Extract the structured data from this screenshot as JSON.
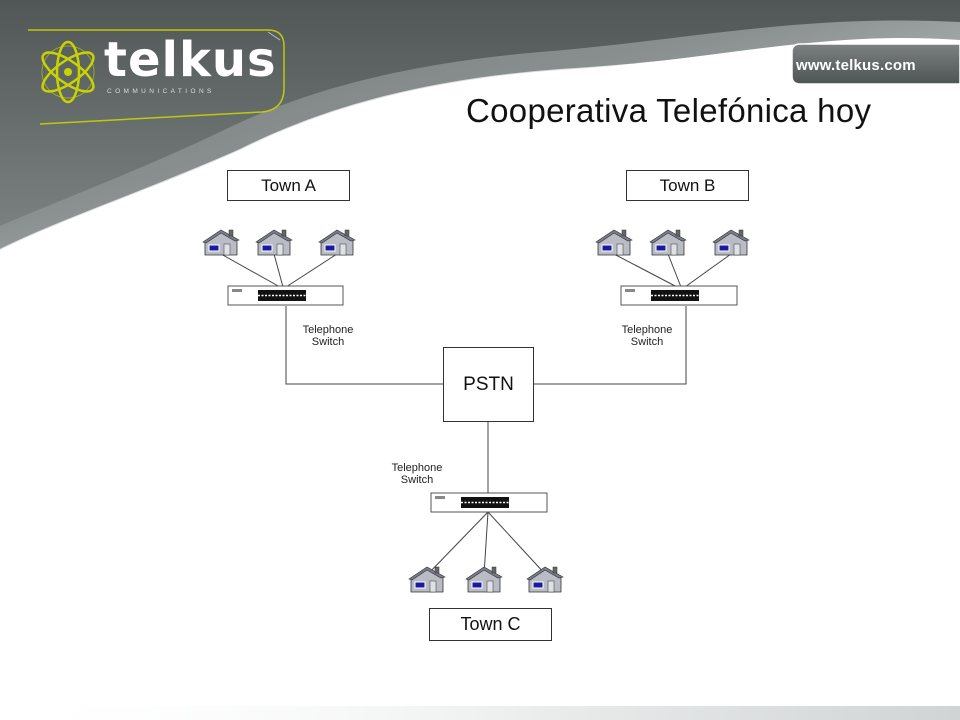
{
  "header": {
    "brand_name": "telkus",
    "brand_sub": "COMMUNICATIONS",
    "url": "www.telkus.com"
  },
  "slide": {
    "title": "Cooperativa Telefónica hoy"
  },
  "diagram": {
    "town_a": "Town A",
    "town_b": "Town B",
    "town_c": "Town C",
    "pstn": "PSTN",
    "switch_label_line1": "Telephone",
    "switch_label_line2": "Switch"
  },
  "colors": {
    "header_dark": "#5f6565",
    "header_light": "#d9dddd",
    "logo_green": "#c8d400",
    "house_roof": "#7a7e8a",
    "house_window": "#1a1aa0"
  }
}
